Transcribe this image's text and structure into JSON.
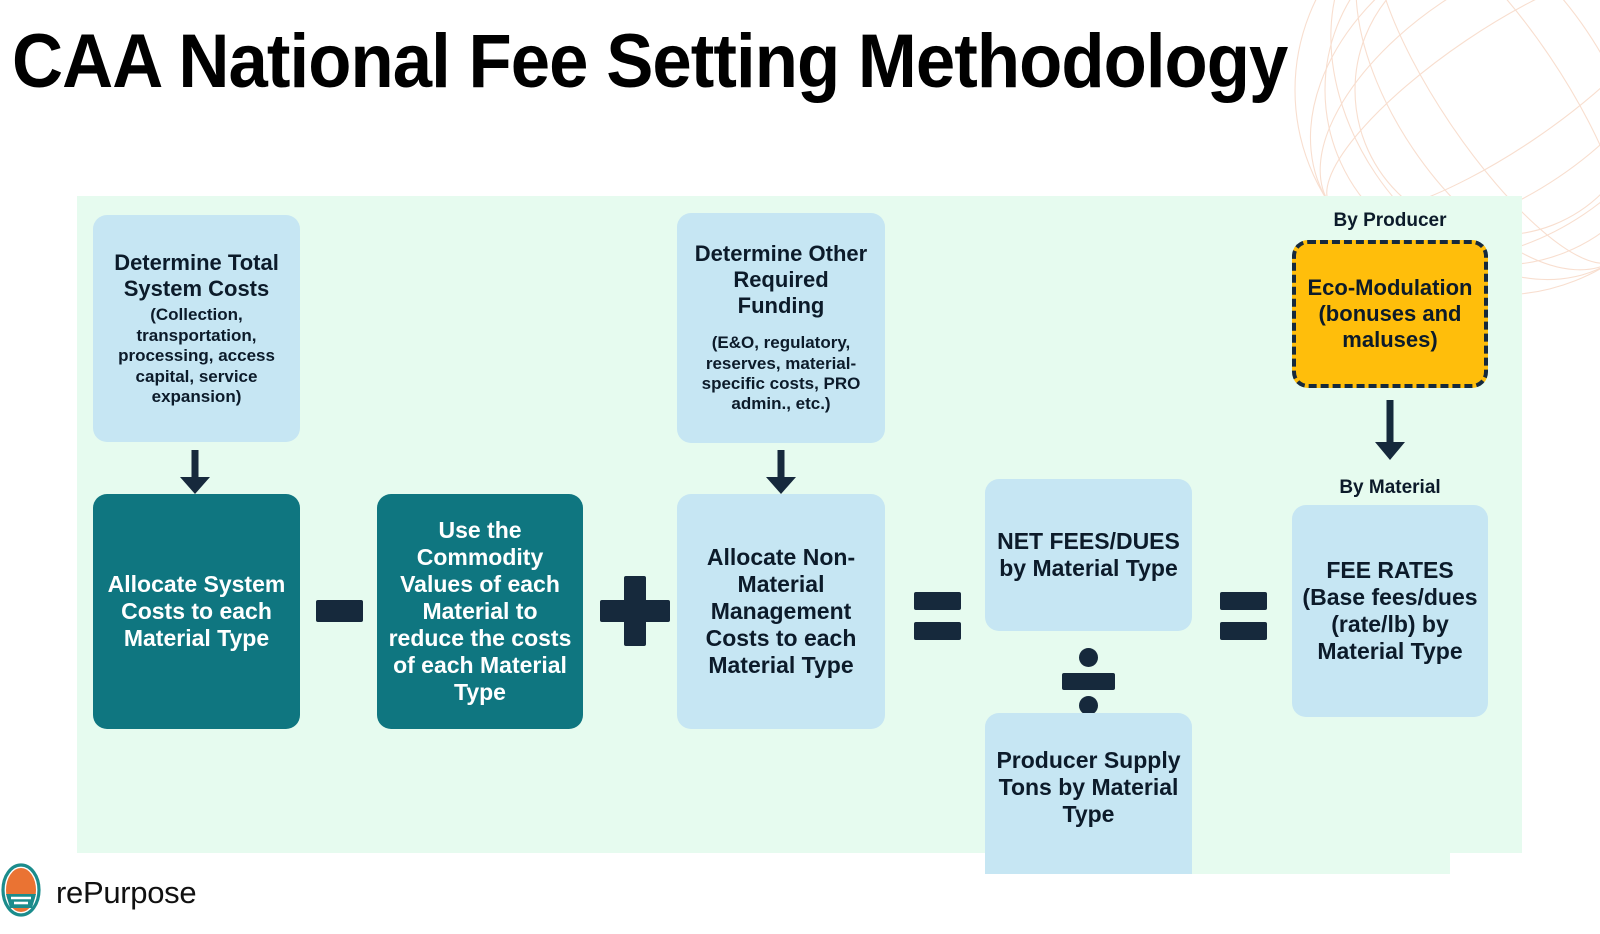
{
  "title": "CAA National Fee Setting Methodology",
  "diagram": {
    "boxes": {
      "total_system_costs": {
        "heading": "Determine Total System Costs",
        "sub": "(Collection, transportation, processing, access capital, service expansion)"
      },
      "other_required_funding": {
        "heading": "Determine Other Required Funding",
        "sub": "(E&O, regulatory, reserves, material-specific costs, PRO admin., etc.)"
      },
      "allocate_system_costs": {
        "heading": "Allocate System Costs to each Material Type"
      },
      "commodity_values": {
        "heading": "Use the Commodity Values of each Material to reduce the costs of each Material Type"
      },
      "allocate_non_material": {
        "heading": "Allocate Non-Material Management Costs to each Material Type"
      },
      "net_fees_dues": {
        "heading": "NET FEES/DUES by Material Type"
      },
      "producer_supply_tons": {
        "heading": "Producer Supply Tons by Material Type"
      },
      "eco_modulation": {
        "heading": "Eco-Modulation (bonuses and maluses)"
      },
      "fee_rates": {
        "heading": "FEE RATES (Base fees/dues (rate/lb) by Material Type"
      }
    },
    "labels": {
      "by_producer": "By Producer",
      "by_material": "By Material"
    },
    "operators": {
      "minus": "minus-operator",
      "plus": "plus-operator",
      "equals_1": "equals-operator",
      "divide": "divide-operator",
      "equals_2": "equals-operator"
    },
    "arrows": {
      "arrow_costs_down": "down-arrow",
      "arrow_funding_down": "down-arrow",
      "arrow_eco_down": "down-arrow"
    },
    "colors": {
      "panel_bg": "#e6fbef",
      "box_blue": "#c6e6f3",
      "box_teal": "#0f7680",
      "box_amber": "#ffbe0b",
      "ink": "#16293c",
      "text_dark": "#0c1b2a"
    }
  },
  "footer": {
    "logo_text": "rePurpose"
  }
}
